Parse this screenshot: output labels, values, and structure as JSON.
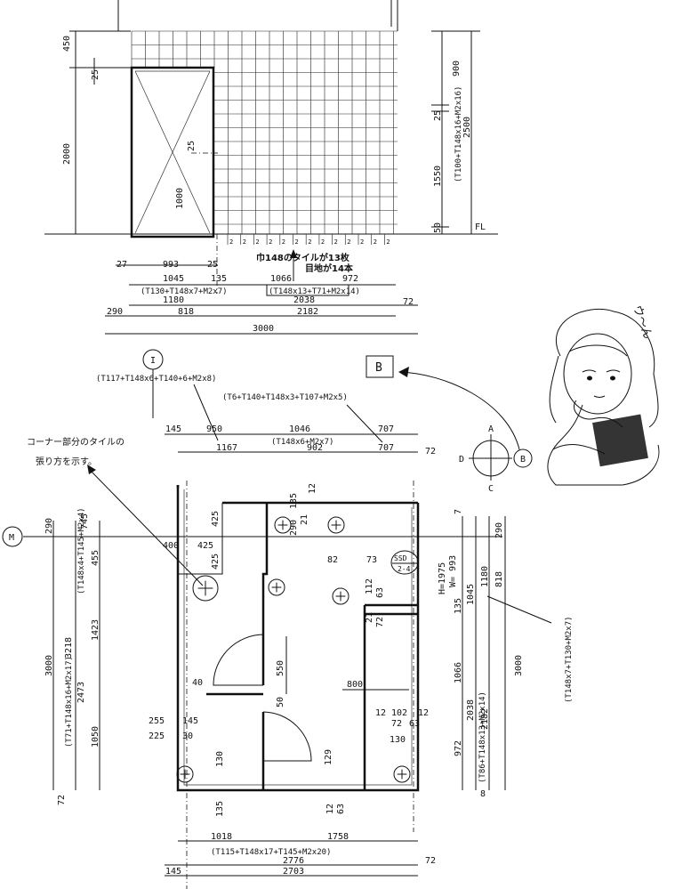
{
  "elevation": {
    "dims_left": [
      "450",
      "25",
      "2000",
      "25",
      "1000"
    ],
    "dims_right": [
      "900",
      "25",
      "1550",
      "50",
      "2500",
      "FL"
    ],
    "right_formula": "(T100+T148x16+M2x16)",
    "tile_note_1": "巾148のタイルが13枚",
    "tile_note_2": "目地が14本",
    "row1": [
      "27",
      "993",
      "25",
      "1066",
      "972"
    ],
    "row2": [
      "1045",
      "135",
      "2038",
      "72"
    ],
    "formula_left": "(T130+T148x7+M2x7)",
    "formula_mid": "(T148x13+T71+M2x14)",
    "row3": [
      "1180"
    ],
    "row4": [
      "290",
      "818",
      "2182"
    ],
    "row5": [
      "3000"
    ]
  },
  "plan": {
    "bubble_I": "I",
    "bubble_M": "M",
    "formula_top1": "(T117+T148x6+T140+6+M2x8)",
    "formula_top2": "(T6+T140+T148x3+T107+M2x5)",
    "boxB": "B",
    "compass": [
      "A",
      "B",
      "C",
      "D"
    ],
    "corner_note_1": "コーナー部分のタイルの",
    "corner_note_2": "張り方を示す。",
    "top_row1": [
      "145",
      "950",
      "1046",
      "707"
    ],
    "top_formula": "(T148x6+M2x7)",
    "top_row2": [
      "1167",
      "902",
      "707",
      "72"
    ],
    "left_dims": [
      "290",
      "745",
      "455",
      "3000",
      "3218",
      "1423",
      "2473",
      "1050",
      "72"
    ],
    "left_formula": "(T71+T148x16+M2x17)",
    "left_formula2": "(T148x4+T145+M2x4)",
    "inner": [
      "400",
      "425",
      "425",
      "425",
      "135",
      "290",
      "21",
      "12",
      "82",
      "73",
      "112",
      "63",
      "21",
      "72",
      "40",
      "550",
      "50",
      "800",
      "12",
      "102",
      "12",
      "72",
      "63",
      "130",
      "255",
      "145",
      "225",
      "30",
      "130",
      "12",
      "9",
      "135",
      "12",
      "63"
    ],
    "ssd_1": "SSD",
    "ssd_2": "2-4",
    "hw_1": "H=1975",
    "hw_2": "W= 993",
    "right_dims": [
      "7",
      "290",
      "1180",
      "818",
      "135",
      "1045",
      "1066",
      "2038",
      "3000",
      "2182",
      "972",
      "8"
    ],
    "right_formula": "(T148x7+T130+M2x7)",
    "right_formula2": "(T86+T148x13+M2x14)",
    "bottom_row1": [
      "1018",
      "1758"
    ],
    "bottom_formula": "(T115+T148x17+T145+M2x20)",
    "bottom_row2": [
      "2776",
      "72"
    ],
    "bottom_row3": [
      "145",
      "2703"
    ]
  },
  "cartoon": {
    "speech": "ウ〜ん"
  }
}
